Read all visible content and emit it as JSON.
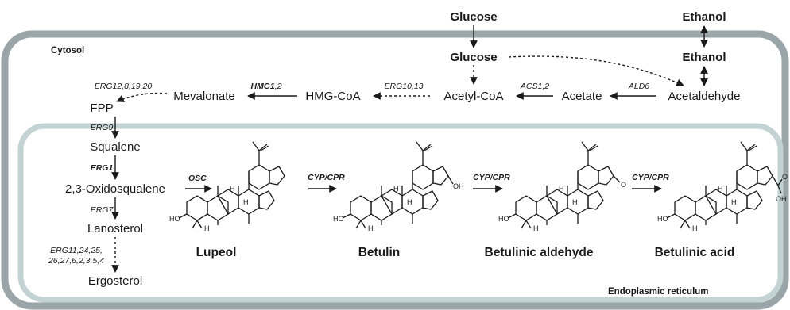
{
  "compartments": {
    "cytosol": "Cytosol",
    "er": "Endoplasmic reticulum"
  },
  "external": {
    "glucose": "Glucose",
    "ethanol": "Ethanol"
  },
  "metabolites": {
    "glucose": "Glucose",
    "ethanol": "Ethanol",
    "acetaldehyde": "Acetaldehyde",
    "acetate": "Acetate",
    "acetyl_coa": "Acetyl-CoA",
    "hmg_coa": "HMG-CoA",
    "mevalonate": "Mevalonate",
    "fpp": "FPP",
    "squalene": "Squalene",
    "oxidosqualene": "2,3-Oxidosqualene",
    "lanosterol": "Lanosterol",
    "ergosterol": "Ergosterol"
  },
  "enzymes": {
    "ald6": "ALD6",
    "acs": "ACS1,2",
    "erg10": "ERG10,13",
    "hmg1": "HMG1",
    "hmg1_suffix": ",2",
    "erg12": "ERG12,8,19,20",
    "erg9": "ERG9",
    "erg1": "ERG1",
    "erg7": "ERG7",
    "erg11_line1": "ERG11,24,25,",
    "erg11_line2": "26,27,6,2,3,5,4",
    "osc": "OSC",
    "cyp1": "CYP/CPR",
    "cyp2": "CYP/CPR",
    "cyp3": "CYP/CPR"
  },
  "products": {
    "lupeol": "Lupeol",
    "betulin": "Betulin",
    "betulinic_aldehyde": "Betulinic aldehyde",
    "betulinic_acid": "Betulinic acid"
  },
  "atoms": {
    "h": "H",
    "ho": "HO",
    "oh": "OH",
    "o": "O"
  },
  "colors": {
    "outer_border": "#9aa5aa",
    "inner_border": "#c3d3d3",
    "text": "#1a1a1a"
  }
}
